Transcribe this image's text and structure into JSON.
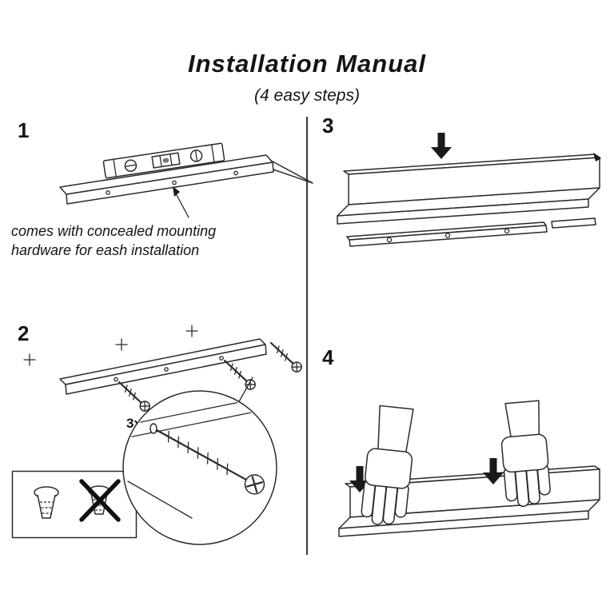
{
  "title": "Installation Manual",
  "subtitle": "(4 easy steps)",
  "steps": {
    "one": {
      "number": "1",
      "note_line1": "comes with concealed mounting",
      "note_line2": "hardware for eash installation"
    },
    "two": {
      "number": "2",
      "count_label": "3x"
    },
    "three": {
      "number": "3"
    },
    "four": {
      "number": "4"
    }
  },
  "colors": {
    "line": "#2b2b2b",
    "arrow": "#1a1a1a",
    "background": "#ffffff"
  }
}
